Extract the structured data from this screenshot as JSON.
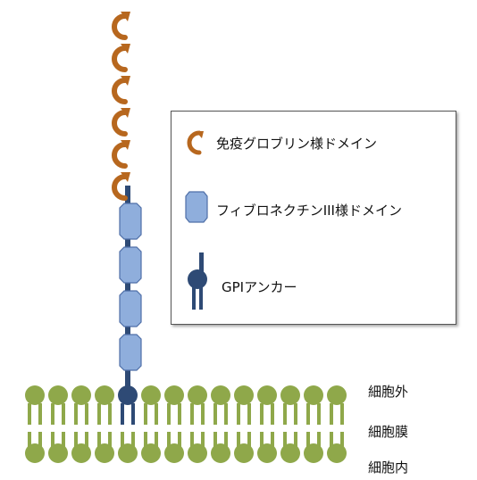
{
  "legend": {
    "ig_domain": "免疫グロブリン様ドメイン",
    "fn3_domain": "フィブロネクチンIII様ドメイン",
    "gpi_anchor": "GPIアンカー"
  },
  "regions": {
    "outside": "細胞外",
    "membrane": "細胞膜",
    "inside": "細胞内"
  },
  "colors": {
    "ig_domain": "#B7671E",
    "fn3_fill": "#8FAEDC",
    "fn3_stroke": "#4F6FA8",
    "gpi_anchor": "#2E4A75",
    "lipid": "#8FA84A",
    "legend_border": "#555555"
  },
  "structure": {
    "ig_domain_count": 6,
    "fn3_domain_count": 4
  }
}
